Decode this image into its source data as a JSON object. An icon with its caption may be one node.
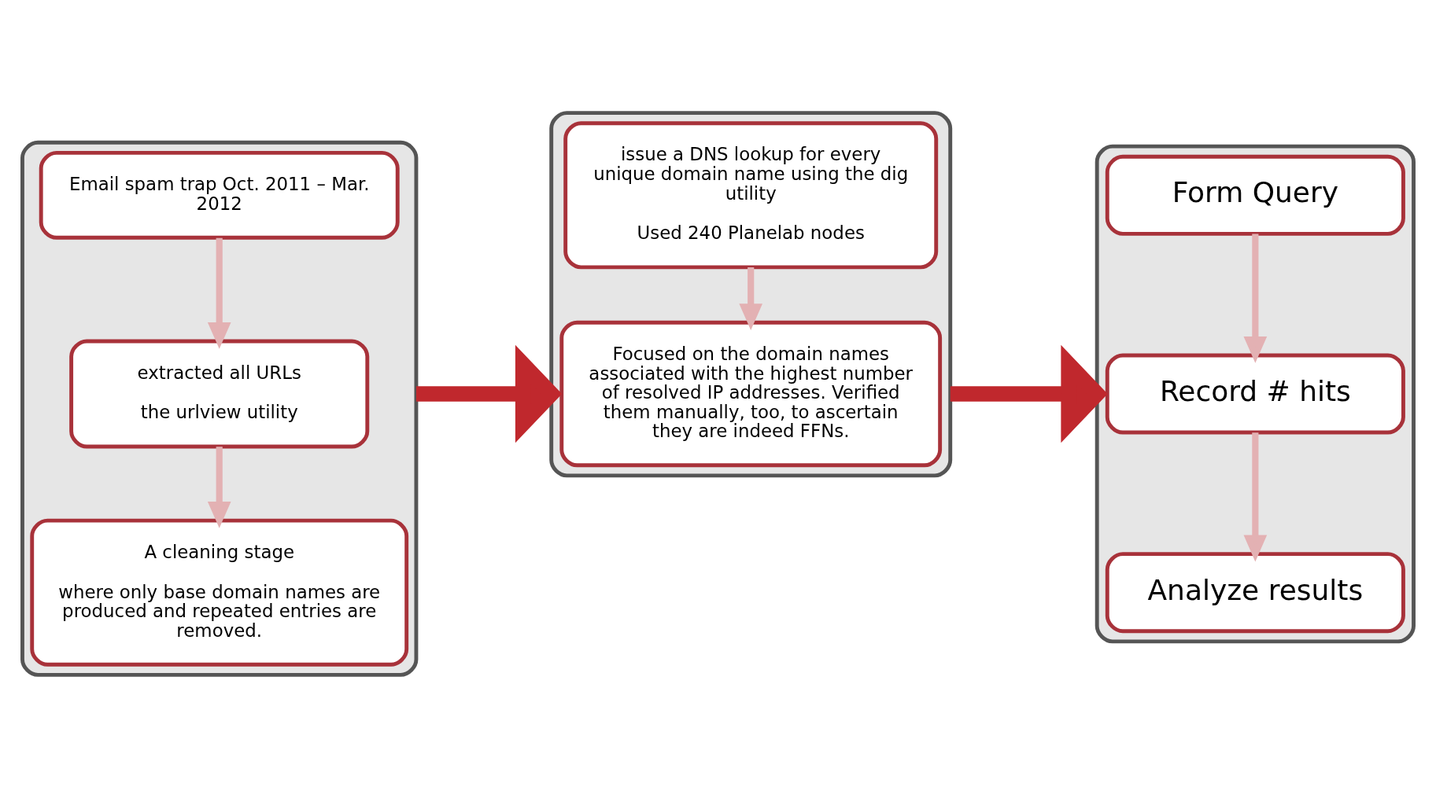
{
  "diagram": {
    "nodes": [
      {
        "text": [],
        "shape": "box"
      },
      {
        "text": [
          "Email spam trap Oct. 2011 – Mar. 2012"
        ],
        "in": 0
      },
      {
        "text": [
          "extracted all URLs",
          "the urlview utility"
        ],
        "in": 0
      },
      {
        "text": [
          "A cleaning stage",
          "where only base domain names are produced and repeated entries are removed."
        ],
        "in": 0
      },
      {
        "text": [],
        "shape": "box"
      },
      {
        "text": [
          "issue a DNS lookup for every unique domain name using the dig utility",
          "Used 240 Planelab nodes"
        ],
        "in": 4
      },
      {
        "text": [
          "Focused on the domain names associated with the highest number of resolved IP addresses. Verified them manually, too, to ascertain they are indeed FFNs."
        ],
        "in": 4
      },
      {
        "text": [],
        "shape": "box"
      },
      {
        "text": [
          "Form Query"
        ],
        "in": 7
      },
      {
        "text": [
          "Record # hits"
        ],
        "in": 7
      },
      {
        "text": [
          "Analyze results"
        ],
        "in": 7
      }
    ],
    "edges": [
      {
        "from": 1,
        "to": 2,
        "arrow": "to"
      },
      {
        "from": 2,
        "to": 3,
        "arrow": "to"
      },
      {
        "from": 0,
        "to": 4,
        "arrow": "to",
        "style": "thick",
        "color": "#c0282d"
      },
      {
        "from": 5,
        "to": 6,
        "arrow": "to"
      },
      {
        "from": 4,
        "to": 7,
        "arrow": "to",
        "style": "thick",
        "color": "#c0282d"
      },
      {
        "from": 8,
        "to": 9,
        "arrow": "to"
      },
      {
        "from": 9,
        "to": 10,
        "arrow": "to"
      }
    ]
  }
}
